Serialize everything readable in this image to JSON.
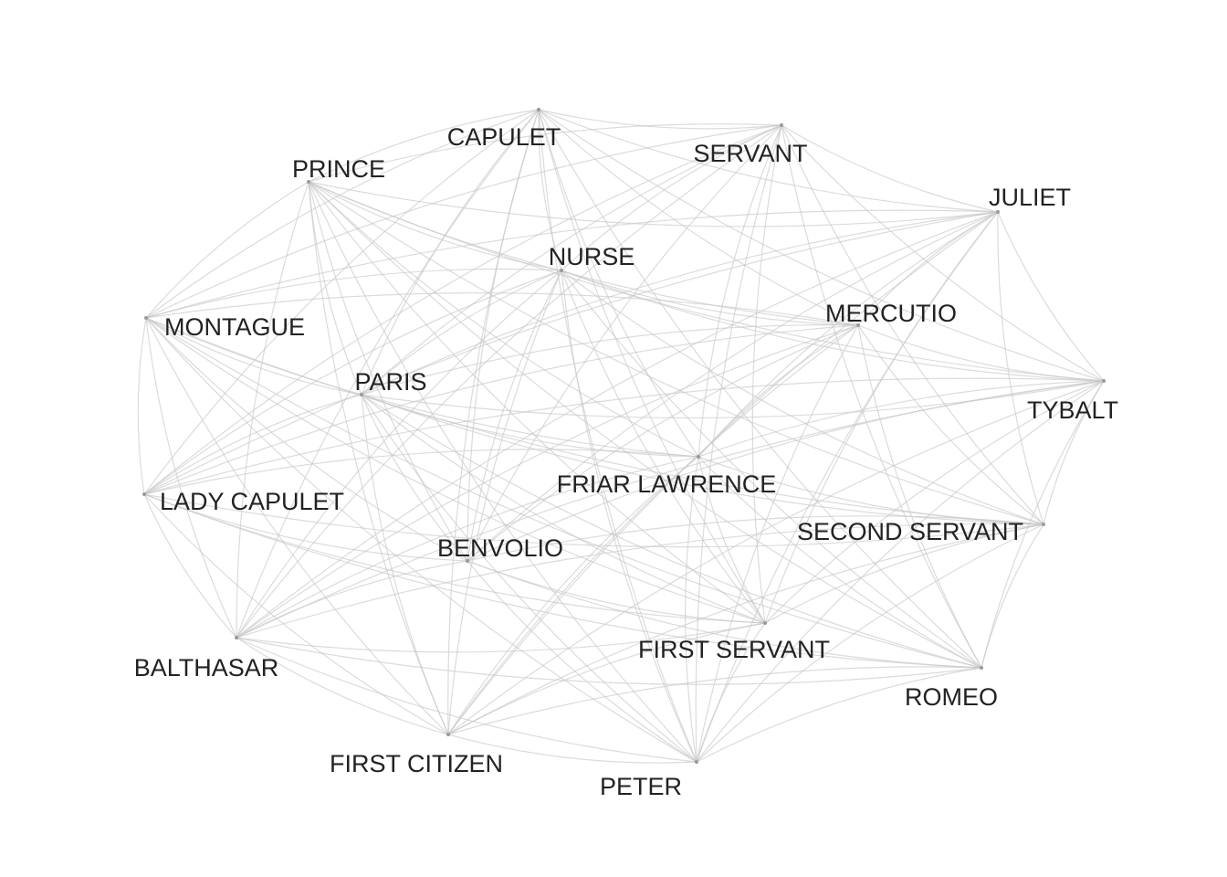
{
  "diagram": {
    "type": "network-graph",
    "edge_color": "#c8c8c8",
    "node_color": "#9a9a9a",
    "label_color": "#222222",
    "background": "#ffffff",
    "nodes": [
      {
        "id": "capulet",
        "label": "CAPULET"
      },
      {
        "id": "servant",
        "label": "SERVANT"
      },
      {
        "id": "prince",
        "label": "PRINCE"
      },
      {
        "id": "juliet",
        "label": "JULIET"
      },
      {
        "id": "nurse",
        "label": "NURSE"
      },
      {
        "id": "mercutio",
        "label": "MERCUTIO"
      },
      {
        "id": "montague",
        "label": "MONTAGUE"
      },
      {
        "id": "paris",
        "label": "PARIS"
      },
      {
        "id": "tybalt",
        "label": "TYBALT"
      },
      {
        "id": "friar-lawrence",
        "label": "FRIAR LAWRENCE"
      },
      {
        "id": "lady-capulet",
        "label": "LADY CAPULET"
      },
      {
        "id": "second-servant",
        "label": "SECOND SERVANT"
      },
      {
        "id": "benvolio",
        "label": "BENVOLIO"
      },
      {
        "id": "balthasar",
        "label": "BALTHASAR"
      },
      {
        "id": "first-servant",
        "label": "FIRST SERVANT"
      },
      {
        "id": "romeo",
        "label": "ROMEO"
      },
      {
        "id": "first-citizen",
        "label": "FIRST CITIZEN"
      },
      {
        "id": "peter",
        "label": "PETER"
      }
    ]
  }
}
